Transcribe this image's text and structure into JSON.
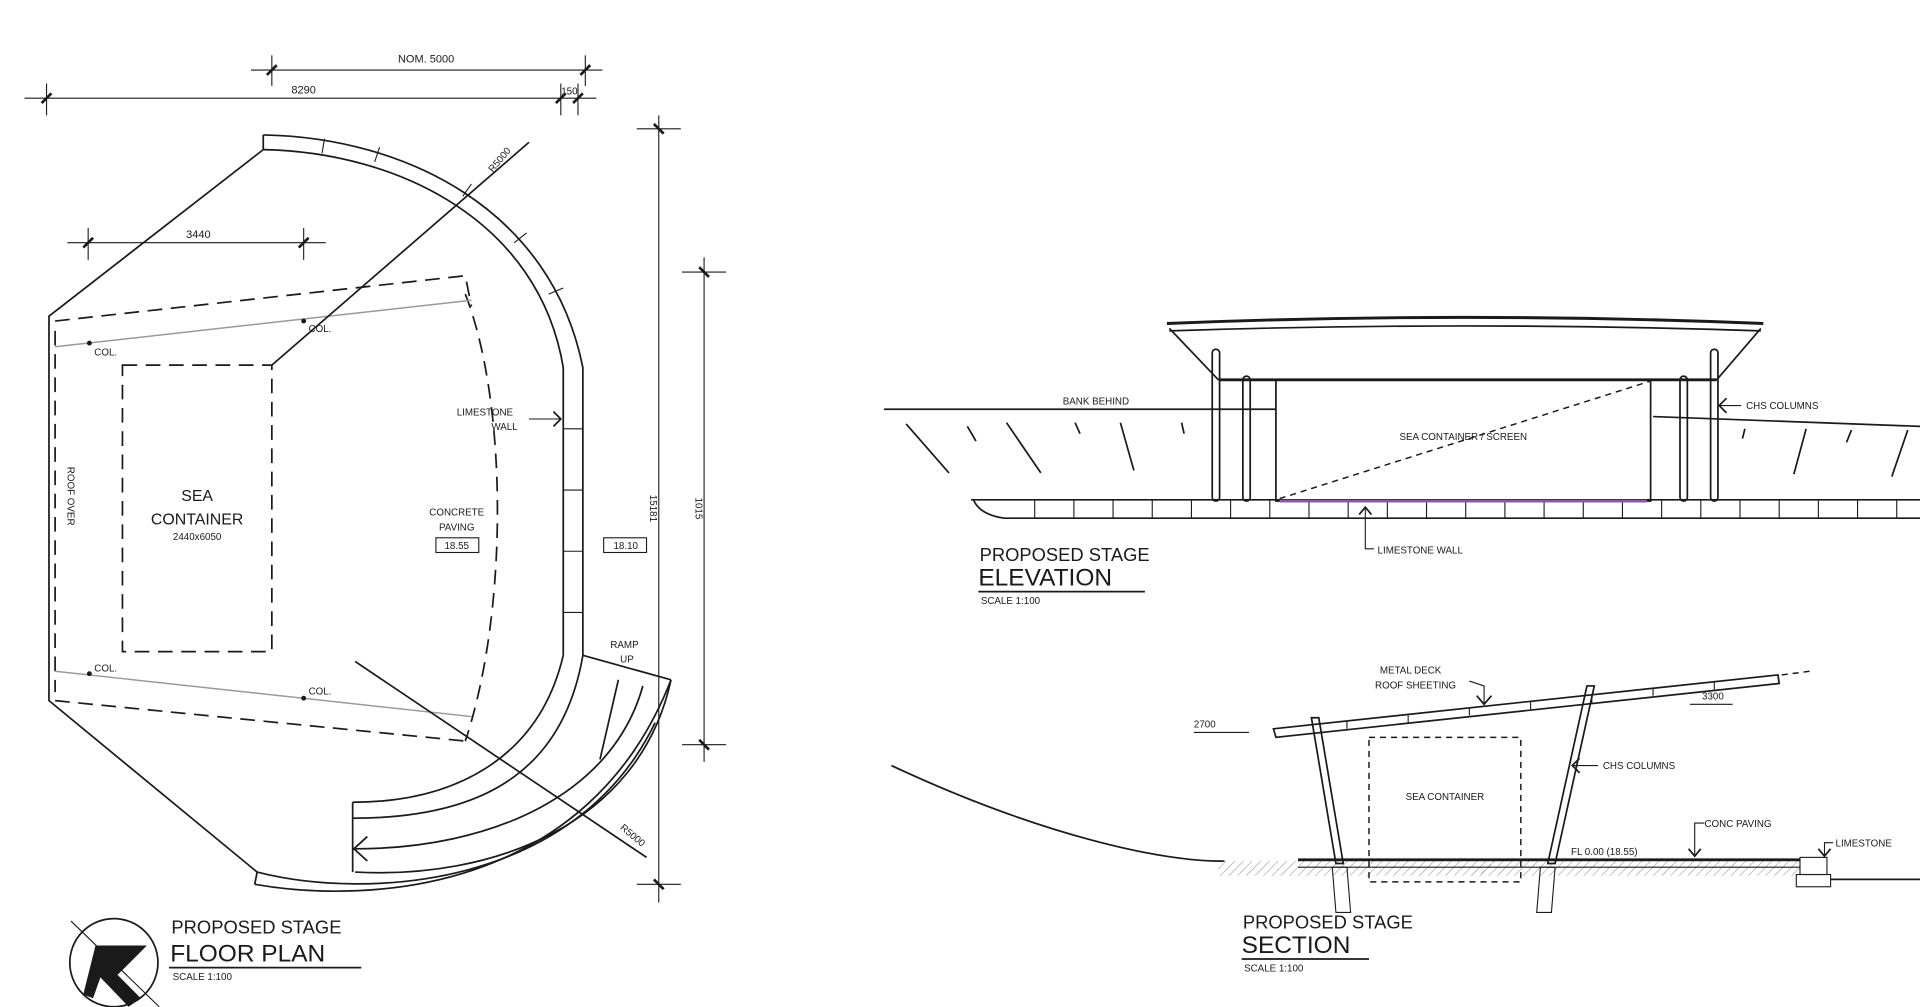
{
  "floor_plan": {
    "dims": {
      "nom": "NOM. 5000",
      "overall": "8290",
      "small": "150",
      "width_container": "3440",
      "radius_top": "R5000",
      "radius_bottom": "R5000",
      "vertical_outer": "15181",
      "vertical_inner": "1015"
    },
    "labels": {
      "col_1": "COL.",
      "col_2": "COL.",
      "col_3": "COL.",
      "col_4": "COL.",
      "roof_over": "ROOF OVER",
      "sea": "SEA",
      "container": "CONTAINER",
      "container_size": "2440x6050",
      "limestone": "LIMESTONE",
      "wall": "WALL",
      "concrete": "CONCRETE",
      "paving": "PAVING",
      "level_paving": "18.55",
      "level_outer": "18.10",
      "ramp": "RAMP",
      "up": "UP"
    },
    "title": {
      "line1": "PROPOSED STAGE",
      "line2": "FLOOR PLAN",
      "scale": "SCALE 1:100"
    }
  },
  "elevation": {
    "labels": {
      "bank_behind": "BANK BEHIND",
      "screen": "SEA CONTAINER / SCREEN",
      "chs_columns": "CHS COLUMNS",
      "limestone_wall": "LIMESTONE WALL"
    },
    "title": {
      "line1": "PROPOSED STAGE",
      "line2": "ELEVATION",
      "scale": "SCALE 1:100"
    },
    "highlight_color": "#8a5aa8"
  },
  "section": {
    "labels": {
      "metal_deck": "METAL DECK",
      "roof_sheeting": "ROOF SHEETING",
      "height_low": "2700",
      "height_high": "3300",
      "sea_container": "SEA CONTAINER",
      "chs_columns": "CHS COLUMNS",
      "conc_paving": "CONC PAVING",
      "floor_level": "FL 0.00 (18.55)",
      "limestone": "LIMESTONE"
    },
    "title": {
      "line1": "PROPOSED STAGE",
      "line2": "SECTION",
      "scale": "SCALE 1:100"
    }
  }
}
